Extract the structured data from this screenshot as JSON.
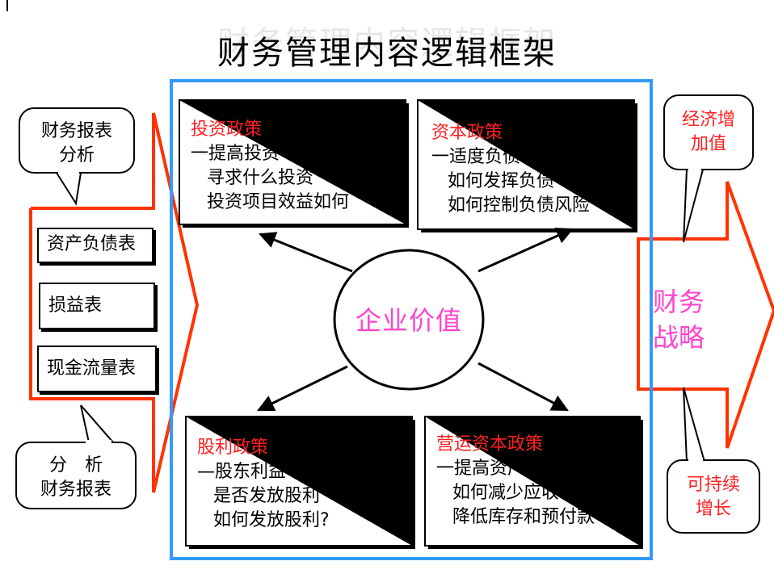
{
  "title": "财务管理内容逻辑框架",
  "center": "企业价值",
  "left_panel": {
    "bubble_top": [
      "财务报表",
      "分析"
    ],
    "boxes": [
      "资产负债表",
      "损益表",
      "现金流量表"
    ],
    "bubble_bottom": [
      "分　析",
      "财务报表"
    ]
  },
  "policies": {
    "investment": {
      "title": "投资政策",
      "lines": [
        "一提高投资",
        "寻求什么投资",
        "投资项目效益如何"
      ]
    },
    "capital": {
      "title": "资本政策",
      "lines": [
        "一适度负债",
        "如何发挥负债",
        "如何控制负债风险"
      ]
    },
    "dividend": {
      "title": "股利政策",
      "lines": [
        "—股东利益",
        "是否发放股利",
        "如何发放股利?"
      ]
    },
    "working_capital": {
      "title": "营运资本政策",
      "lines": [
        "一提高资产",
        "如何减少应收",
        "降低库存和预付款"
      ]
    }
  },
  "right_panel": {
    "arrow_label": [
      "财务",
      "战略"
    ],
    "bubble_top": [
      "经济增",
      "加值"
    ],
    "bubble_bottom": [
      "可持续",
      "增长"
    ]
  },
  "colors": {
    "frame_blue": "#3399ff",
    "red": "#ff3300",
    "pink": "#ff44cc",
    "title_red": "#ff2020"
  }
}
